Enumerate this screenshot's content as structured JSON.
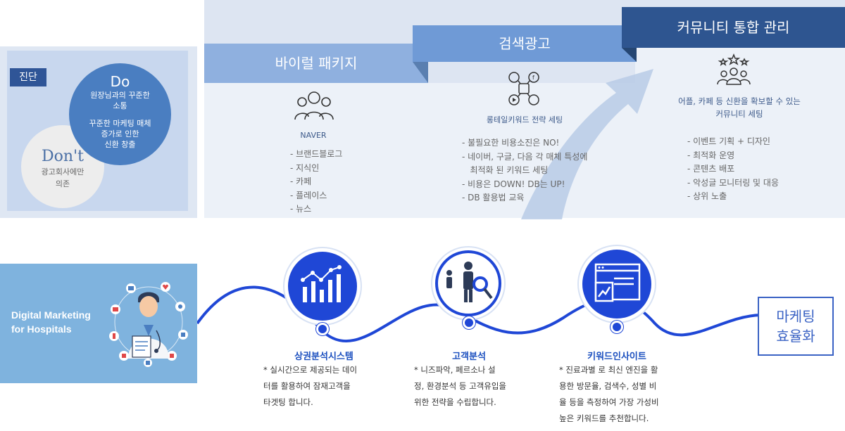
{
  "diagnosis": {
    "tag": "진단",
    "do_title": "Do",
    "do_line1": "원장님과의 꾸준한",
    "do_line2": "소통",
    "do_line3": "꾸준한 마케팅 매체",
    "do_line4": "증가로 인한",
    "do_line5": "신환 창출",
    "dont_title": "Don't",
    "dont_line1": "광고회사에만",
    "dont_line2": "의존"
  },
  "stages": [
    {
      "band": "바이럴 패키지",
      "icon": "people-group-icon",
      "title": "NAVER",
      "items": [
        "- 브랜드블로그",
        "- 지식인",
        "- 카페",
        "- 플레이스",
        "- 뉴스"
      ]
    },
    {
      "band": "검색광고",
      "icon": "social-network-icon",
      "title": "롱테일키워드 전략 세팅",
      "items": [
        "- 불필요한 비용소진은 NO!",
        "- 네이버, 구글, 다음 각 매체 특성에",
        "   최적화 된 키워드 세팅",
        "- 비용은 DOWN! DB는 UP!",
        "- DB 활용법 교육"
      ]
    },
    {
      "band": "커뮤니티 통합 관리",
      "icon": "community-stars-icon",
      "title_line1": "어플, 카페 등 신환을 확보할 수 있는",
      "title_line2": "커뮤니티 세팅",
      "items": [
        "- 이벤트 기획 + 디자인",
        "- 최적화 운영",
        "- 콘텐츠 배포",
        "- 악성글 모니터링 및 대응",
        "- 상위 노출"
      ]
    }
  ],
  "banner": {
    "title_line1": "Digital Marketing",
    "title_line2": "for Hospitals"
  },
  "features": [
    {
      "title": "상권분석시스템",
      "icon": "bar-chart-icon",
      "desc": [
        "* 실시간으로 제공되는 데이",
        "터를 활용하여 잠재고객을",
        "타겟팅 합니다."
      ]
    },
    {
      "title": "고객분석",
      "icon": "customer-search-icon",
      "desc": [
        "* 니즈파악, 페르소나 설",
        "정, 환경분석 등 고객유입을",
        "위한 전략을 수립합니다."
      ]
    },
    {
      "title": "키워드인사이트",
      "icon": "analytics-window-icon",
      "desc": [
        "* 진료과별 로 최신 엔진을 활",
        "용한  방문율, 검색수, 성별 비",
        "율 등을 측정하여  가장 가성비",
        "높은 키워드를 추천합니다."
      ]
    }
  ],
  "result": {
    "line1": "마케팅",
    "line2": "효율화"
  },
  "colors": {
    "navy": "#2e5590",
    "mid_blue": "#6f9ad6",
    "light_blue": "#8fb0df",
    "feature_blue": "#1b4fbf",
    "wave_blue": "#1f47d6"
  }
}
